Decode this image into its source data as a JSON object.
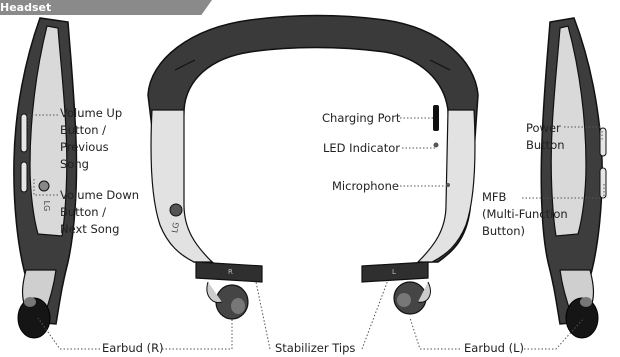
{
  "header": {
    "title": "Headset"
  },
  "labels": {
    "volume_up": [
      "Volume Up",
      "Button /",
      "Previous",
      "Song"
    ],
    "volume_down": [
      "Volume Down",
      "Button /",
      "Next Song"
    ],
    "charging_port": "Charging Port",
    "led_indicator": "LED Indicator",
    "microphone": "Microphone",
    "power": [
      "Power",
      "Button"
    ],
    "mfb": [
      "MFB",
      "(Multi-Function",
      "Button)"
    ],
    "earbud_r": "Earbud (R)",
    "stabilizer_tips": "Stabilizer Tips",
    "earbud_l": "Earbud (L)"
  },
  "device_marks": {
    "brand_left": "LG",
    "brand_center": "LG",
    "side_r": "R",
    "side_l": "L"
  }
}
